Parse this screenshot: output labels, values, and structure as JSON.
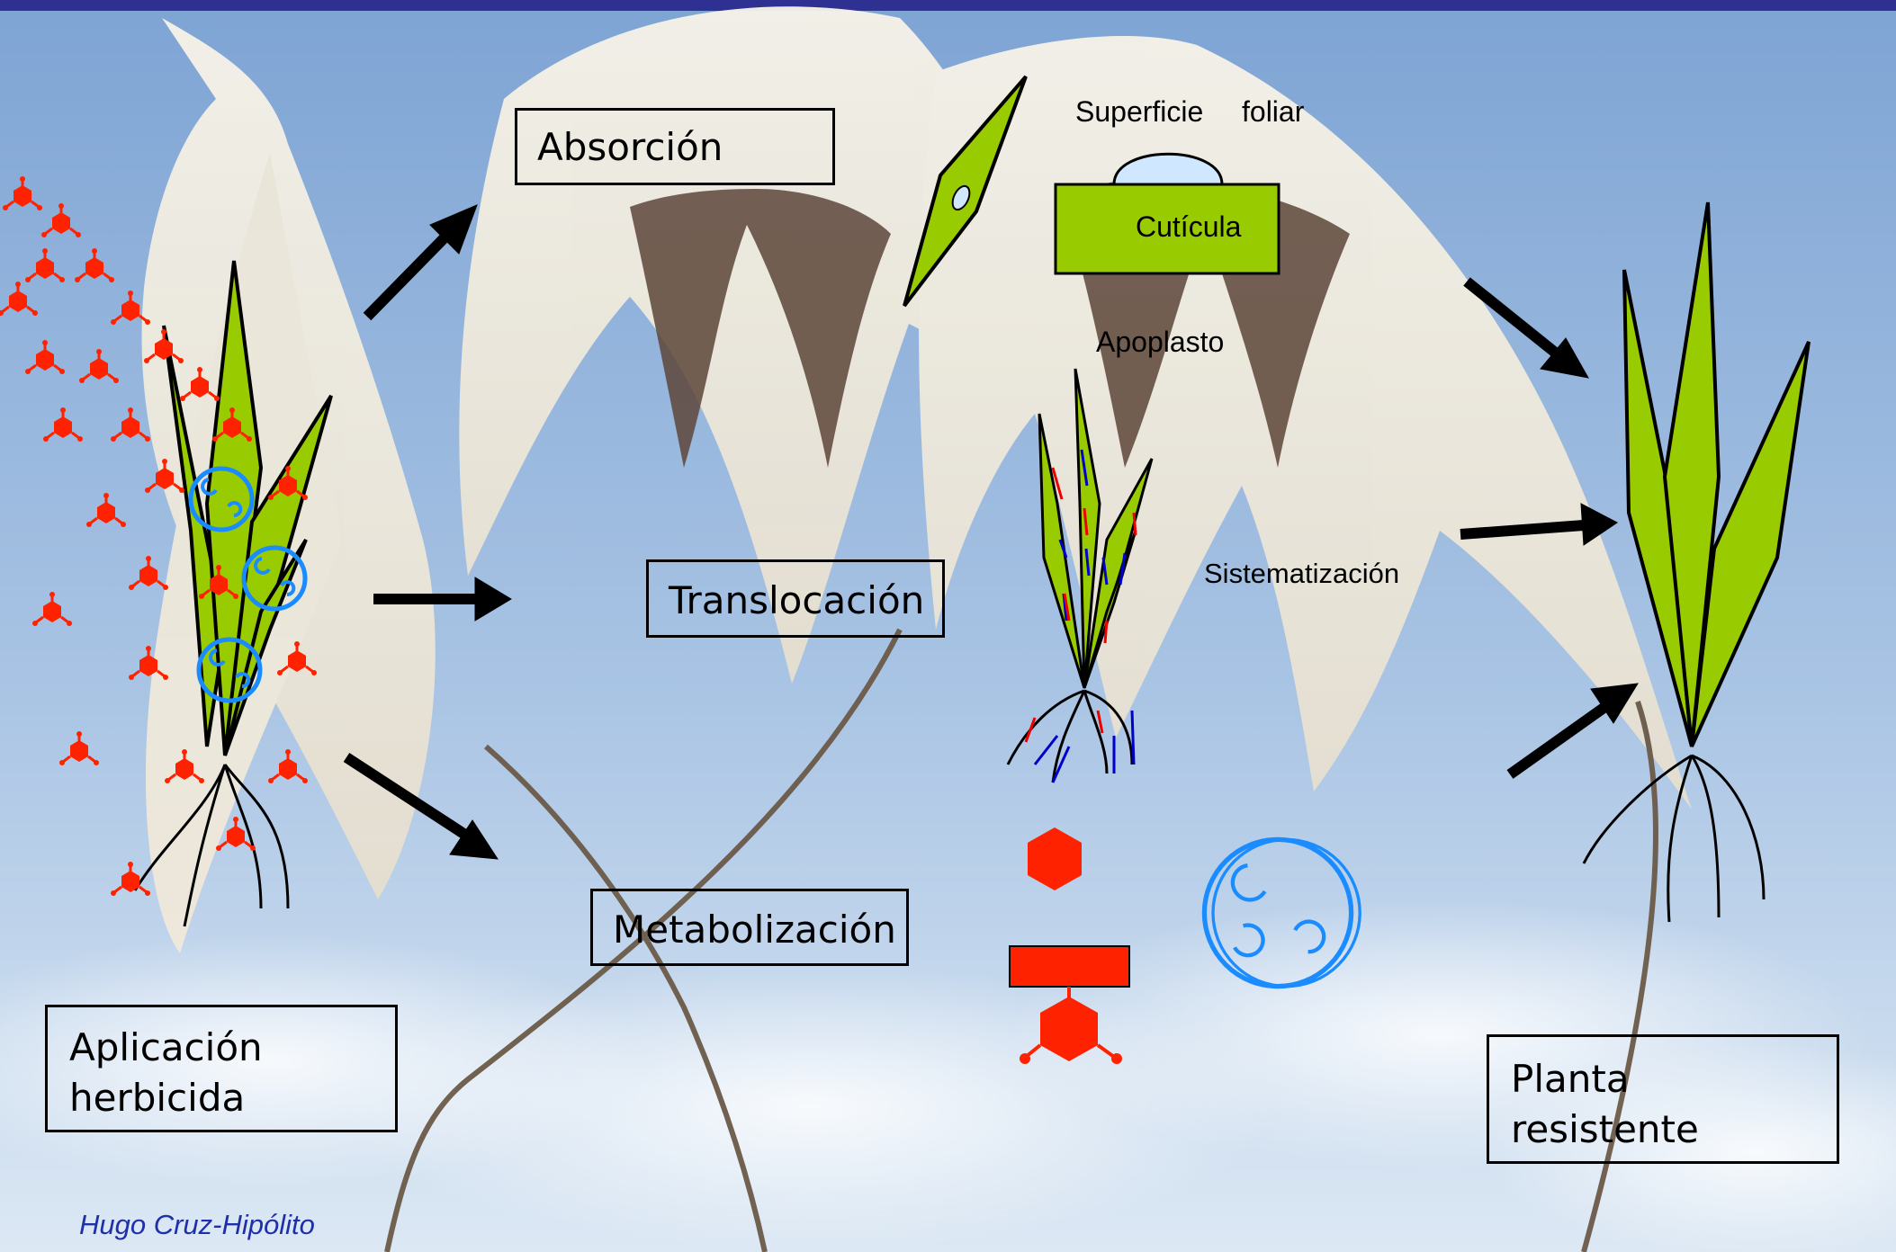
{
  "colors": {
    "header_bar": "#2e3192",
    "sky_top": "#7fa6d6",
    "sky_bottom": "#d9e6f3",
    "leaf_green": "#99cc00",
    "herbicide_red": "#ff2200",
    "metabolism_blue": "#1a8cff",
    "arrow_black": "#000000",
    "droplet": "#cfe8ff",
    "credit_blue": "#1f2fa8"
  },
  "icons": {
    "herbicide_molecule": "herbicide-molecule-icon",
    "metabolic_ring": "metabolic-ring-icon",
    "hexagon": "hexagon-icon",
    "block": "block-icon"
  },
  "labels": {
    "absorcion": "Absorción",
    "translocacion": "Translocación",
    "metabolizacion": "Metabolización",
    "aplicacion_line1": "Aplicación",
    "aplicacion_line2": "herbicida",
    "planta_line1": "Planta",
    "planta_line2": "resistente",
    "superficie": "Superficie",
    "foliar": "foliar",
    "cuticula": "Cutícula",
    "apoplasto": "Apoplasto",
    "sistematizacion": "Sistematización",
    "credit": "Hugo Cruz-Hipólito"
  }
}
